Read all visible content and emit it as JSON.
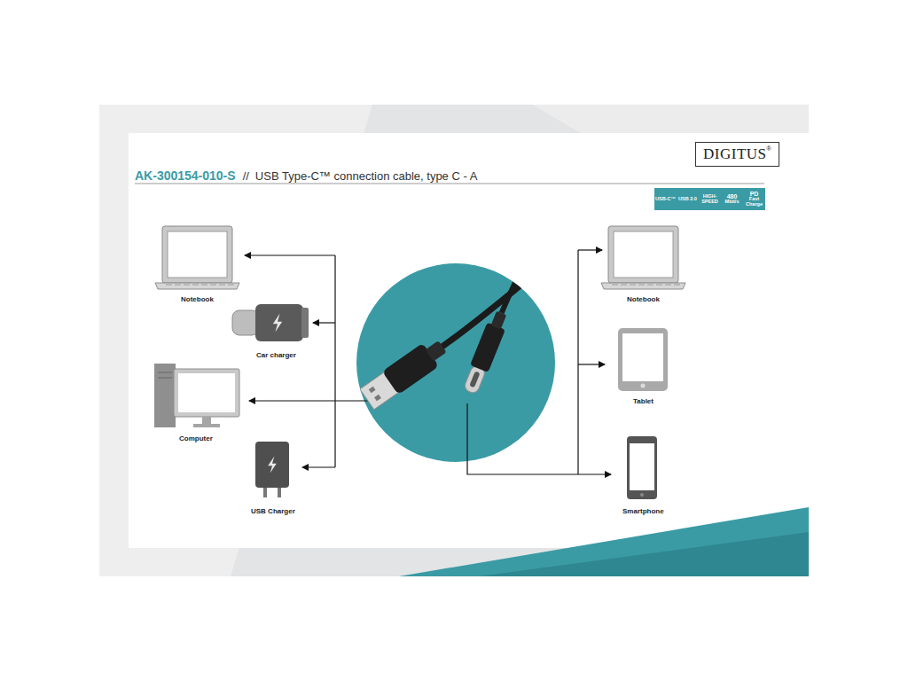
{
  "diagram": {
    "title": "AK-300154-010-S",
    "nodes": [
      {
        "text": [
          "Notebook"
        ]
      },
      {
        "text": [
          "Car charger"
        ]
      },
      {
        "text": [
          "Computer"
        ]
      },
      {
        "text": [
          "USB Charger"
        ]
      },
      {
        "text": [
          "Notebook"
        ]
      },
      {
        "text": [
          "Tablet"
        ]
      },
      {
        "text": [
          "Smartphone"
        ]
      }
    ],
    "labels": [
      "//",
      "USB Type-C™ connection cable, type C - A",
      "DIGITUS",
      "®",
      "USB-C™",
      "USB 2.0",
      "HIGH-SPEED",
      "480",
      "Mbit/s",
      "PD",
      "Fast Charge"
    ]
  }
}
